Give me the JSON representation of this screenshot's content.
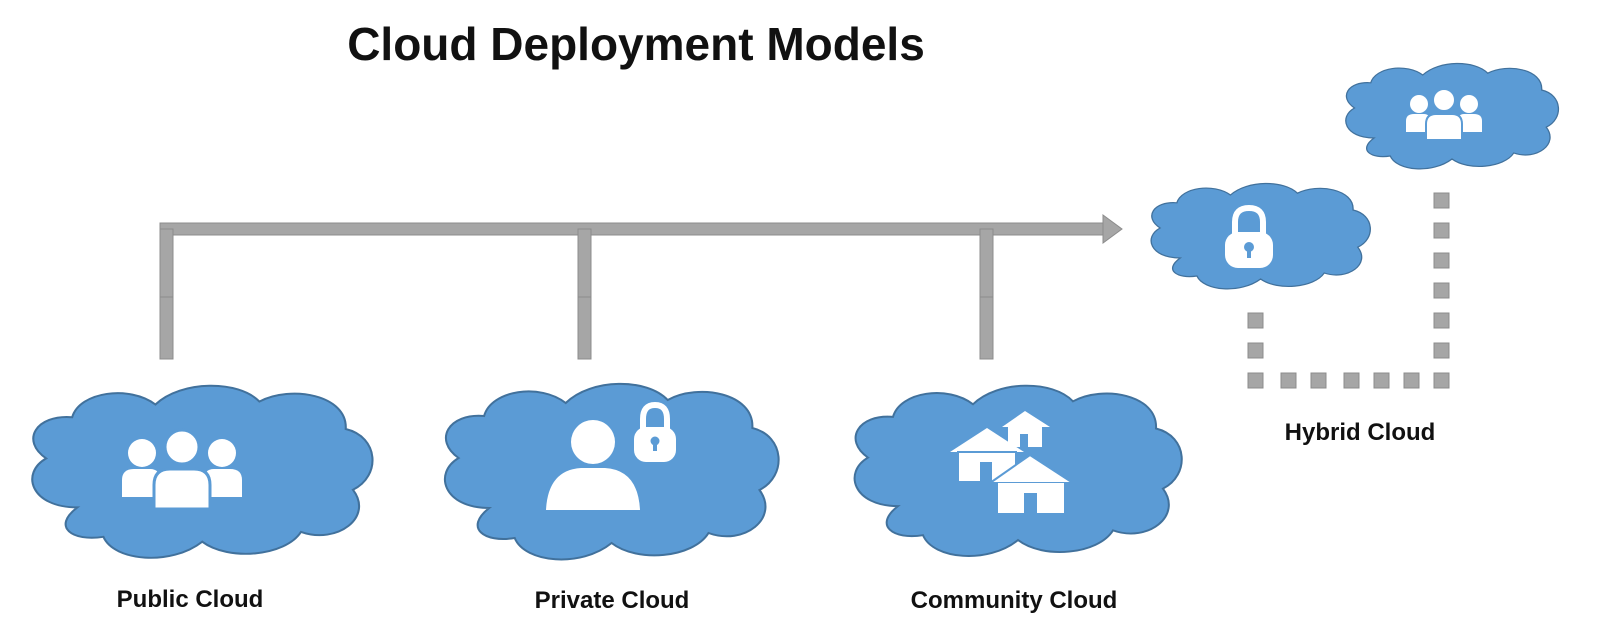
{
  "title": "Cloud Deployment Models",
  "models": [
    {
      "label": "Public Cloud",
      "icon": "people-group-icon"
    },
    {
      "label": "Private Cloud",
      "icon": "person-lock-icon"
    },
    {
      "label": "Community Cloud",
      "icon": "houses-icon"
    },
    {
      "label": "Hybrid Cloud",
      "icon": "lock-and-people-icon"
    }
  ],
  "colors": {
    "cloud_fill": "#5b9bd5",
    "cloud_stroke": "#41719c",
    "connector": "#a6a6a6",
    "text": "#111111",
    "icon": "#ffffff"
  }
}
